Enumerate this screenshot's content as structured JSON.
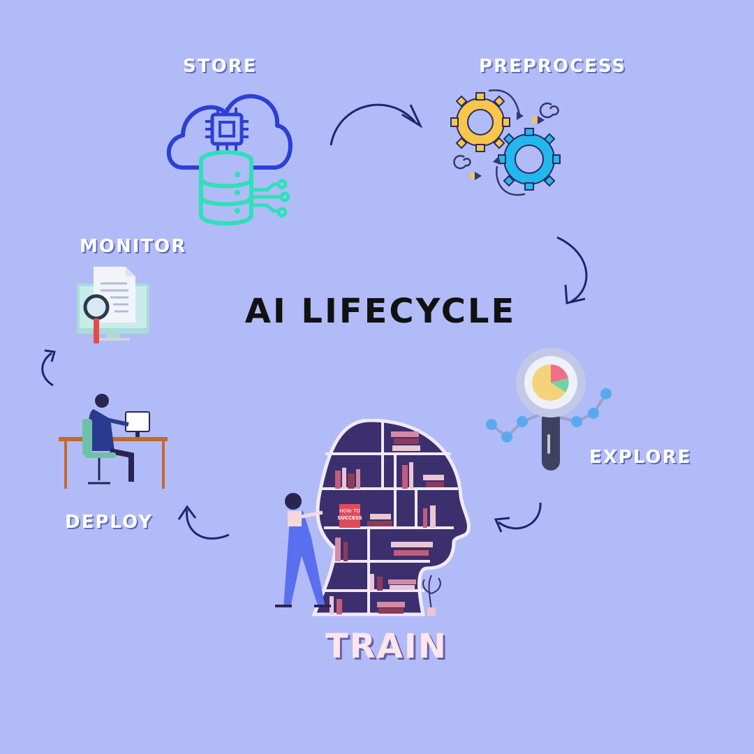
{
  "title": "AI LIFECYCLE",
  "stages": {
    "store": "STORE",
    "preprocess": "PREPROCESS",
    "explore": "EXPLORE",
    "train": "TRAIN",
    "deploy": "DEPLOY",
    "monitor": "MONITOR"
  },
  "book_cover": {
    "line1": "HOW TO",
    "line2": "SUCCESS"
  },
  "icons": {
    "store": "cloud-database-icon",
    "preprocess": "gears-icon",
    "explore": "magnifier-chart-icon",
    "train": "head-library-icon",
    "deploy": "person-at-desk-icon",
    "monitor": "document-search-icon"
  },
  "colors": {
    "background": "#b1bbf7",
    "arrow": "#1f2470",
    "label": "#ffffff",
    "title": "#111111"
  }
}
